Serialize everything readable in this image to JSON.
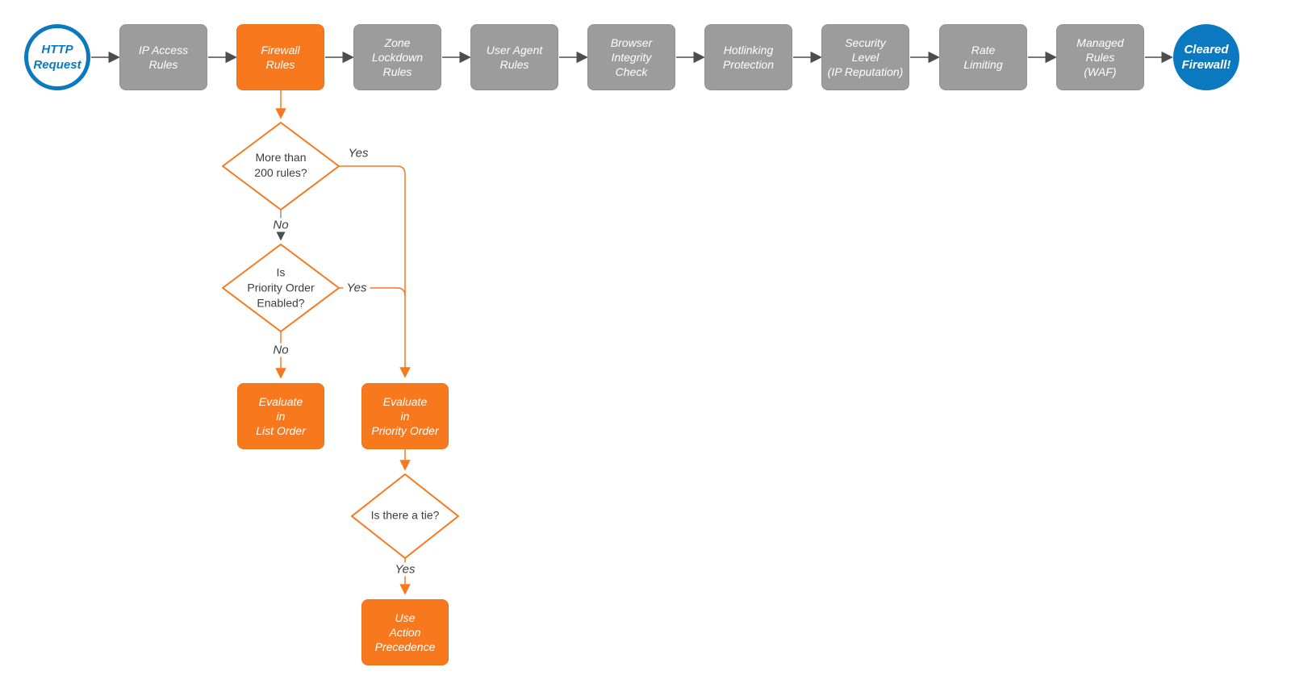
{
  "colors": {
    "accent_orange": "#f8781e",
    "accent_blue": "#0b79c0",
    "stage_gray": "#9c9c9c",
    "line_gray": "#4d4d4d",
    "text_dark": "#3d3d3d"
  },
  "terminals": {
    "start": {
      "label": "HTTP\nRequest"
    },
    "end": {
      "label": "Cleared\nFirewall!"
    }
  },
  "stages": [
    {
      "label": "IP Access\nRules"
    },
    {
      "label": "Firewall\nRules",
      "highlighted": "true"
    },
    {
      "label": "Zone\nLockdown\nRules"
    },
    {
      "label": "User Agent\nRules"
    },
    {
      "label": "Browser\nIntegrity\nCheck"
    },
    {
      "label": "Hotlinking\nProtection"
    },
    {
      "label": "Security\nLevel\n(IP Reputation)"
    },
    {
      "label": "Rate\nLimiting"
    },
    {
      "label": "Managed\nRules\n(WAF)"
    }
  ],
  "decisions": [
    {
      "label": "More than\n200 rules?"
    },
    {
      "label": "Is\nPriority Order\nEnabled?"
    },
    {
      "label": "Is there a tie?"
    }
  ],
  "actions": [
    {
      "label": "Evaluate\nin\nList Order"
    },
    {
      "label": "Evaluate\nin\nPriority Order"
    },
    {
      "label": "Use\nAction\nPrecedence"
    }
  ],
  "edge_labels": {
    "rules_yes": "Yes",
    "rules_no": "No",
    "priority_yes": "Yes",
    "priority_no": "No",
    "tie_yes": "Yes"
  }
}
